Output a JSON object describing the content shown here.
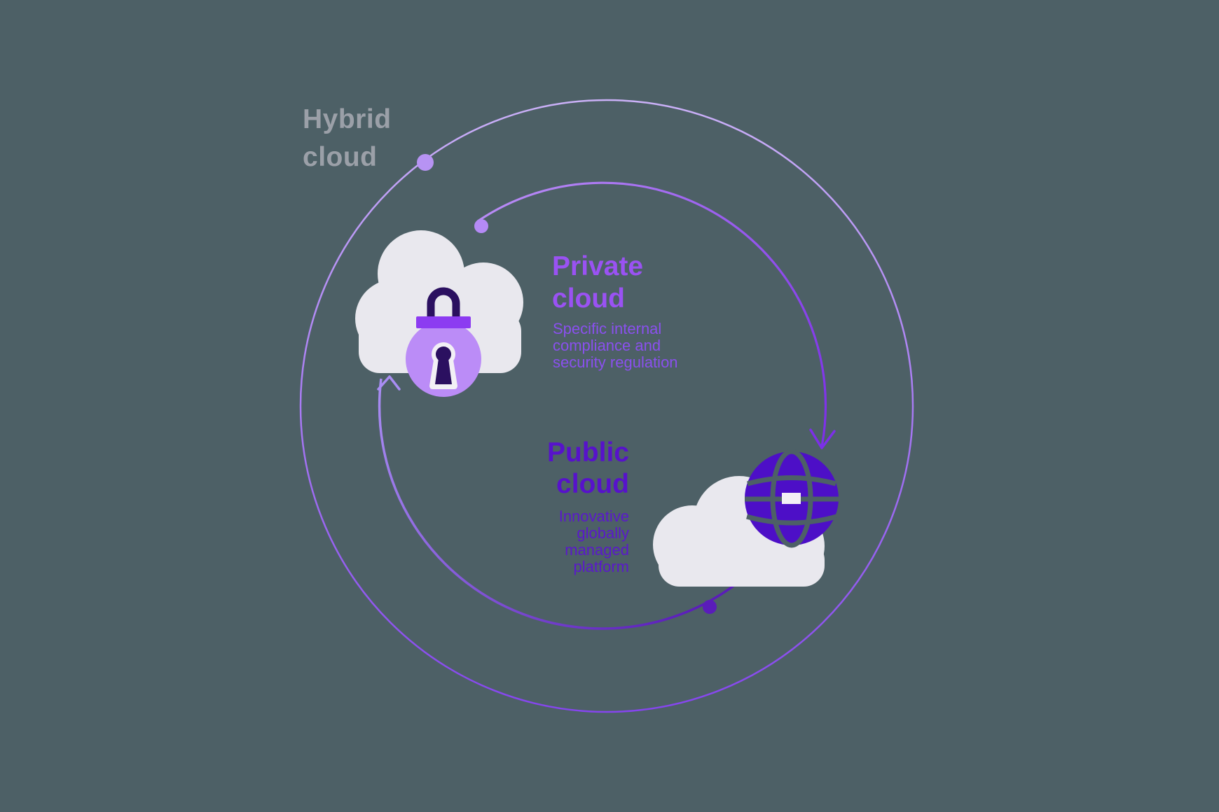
{
  "background_color": "#4d6066",
  "labels": {
    "hybrid": {
      "title": "Hybrid\ncloud"
    },
    "private": {
      "title": "Private\ncloud",
      "description": "Specific internal\ncompliance and\nsecurity regulation"
    },
    "public": {
      "title": "Public\ncloud",
      "description": "Innovative\nglobally\nmanaged\nplatform"
    }
  },
  "icons": {
    "private": "cloud-with-padlock-icon",
    "public": "cloud-with-globe-icon",
    "flow_top": "arrow-down-icon",
    "flow_bottom": "arrow-up-icon",
    "nodes": [
      "outer-ring-dot",
      "inner-arc-top-dot",
      "inner-arc-bottom-dot"
    ]
  },
  "colors": {
    "hybrid_label": "#9ba0a8",
    "private_title": "#9a52f3",
    "private_description": "#8a50ee",
    "public_title": "#5712cb",
    "public_description": "#5a18cc",
    "cloud_fill": "#e9e8ee",
    "lock_body": "#bb8cf7",
    "lock_band": "#8c3bf1",
    "lock_shackle": "#2b1060",
    "keyhole_ring": "#f2f0f5",
    "globe": "#4d0fc7",
    "outer_ring_light": "#cbb1f8",
    "outer_ring_dark": "#8545ee",
    "arc_top_start": "#b98cf6",
    "arc_top_end": "#7c2fe8",
    "arc_bottom_start": "#5a1cba",
    "arc_bottom_end": "#a98df3"
  }
}
